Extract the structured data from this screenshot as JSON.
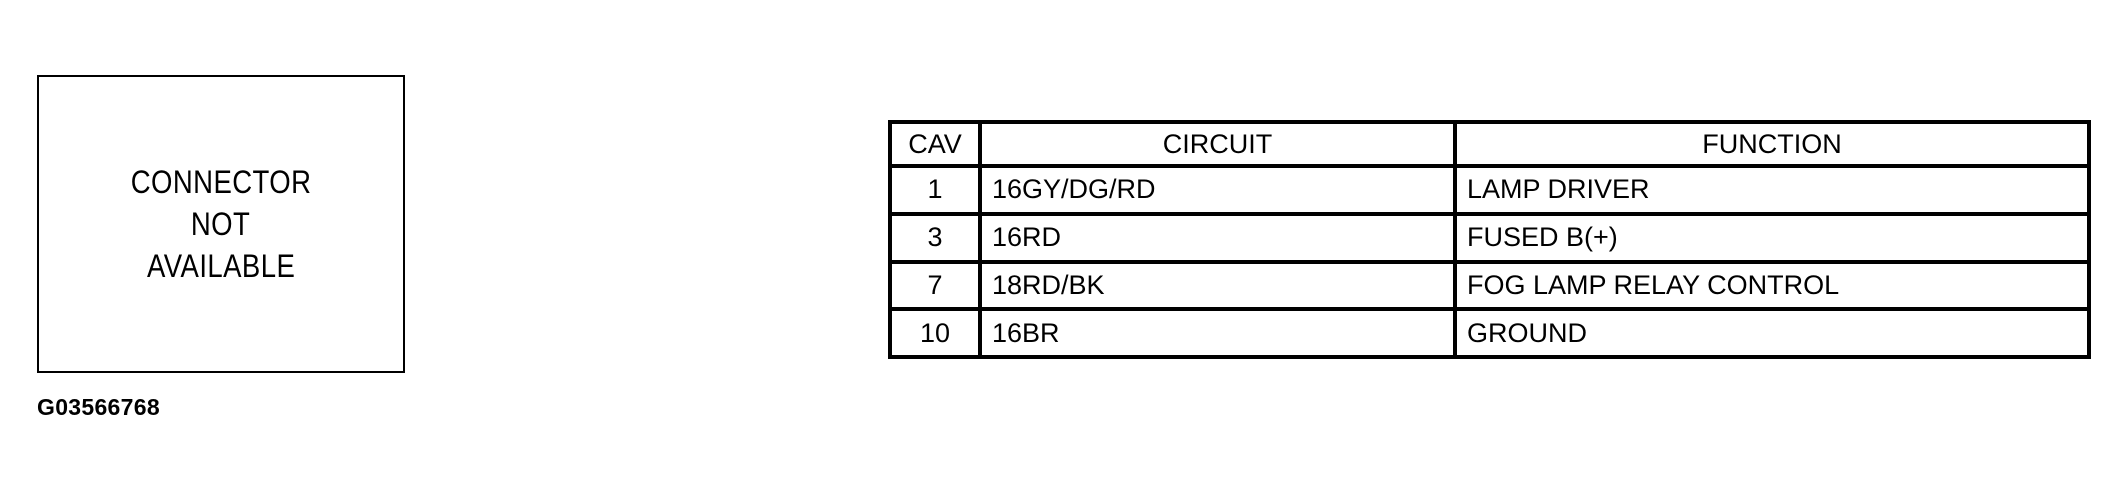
{
  "connector": {
    "lines": [
      "CONNECTOR",
      "NOT",
      "AVAILABLE"
    ]
  },
  "figure_id": "G03566768",
  "table": {
    "headers": {
      "cav": "CAV",
      "circuit": "CIRCUIT",
      "function": "FUNCTION"
    },
    "rows": [
      {
        "cav": "1",
        "circuit": "16GY/DG/RD",
        "function": "LAMP DRIVER"
      },
      {
        "cav": "3",
        "circuit": "16RD",
        "function": "FUSED B(+)"
      },
      {
        "cav": "7",
        "circuit": "18RD/BK",
        "function": "FOG LAMP RELAY CONTROL"
      },
      {
        "cav": "10",
        "circuit": "16BR",
        "function": "GROUND"
      }
    ]
  }
}
